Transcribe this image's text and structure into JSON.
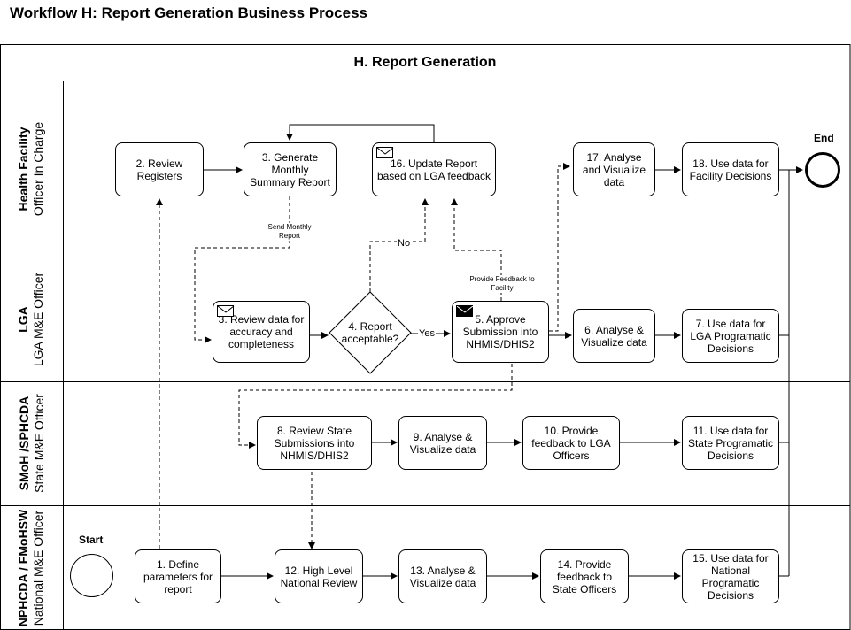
{
  "page_title": "Workflow H: Report Generation Business Process",
  "pool_title": "H. Report Generation",
  "lanes": [
    {
      "line1": "Health Facility",
      "line2": "Officer In Charge"
    },
    {
      "line1": "LGA",
      "line2": "LGA M&E Officer"
    },
    {
      "line1": "SMoH /SPHCDA",
      "line2": "State M&E Officer"
    },
    {
      "line1": "NPHCDA / FMoHSW",
      "line2": "National M&E Officer"
    }
  ],
  "events": {
    "start": "Start",
    "end": "End"
  },
  "steps": {
    "s1": "1. Define parameters for report",
    "s2": "2. Review Registers",
    "s3": "3. Generate Monthly Summary Report",
    "s3b": "3. Review data for accuracy and completeness",
    "s4": "4. Report acceptable?",
    "s5": "5. Approve Submission into NHMIS/DHIS2",
    "s6": "6. Analyse & Visualize data",
    "s7": "7. Use data for LGA Programatic Decisions",
    "s8": "8. Review State Submissions into NHMIS/DHIS2",
    "s9": "9. Analyse & Visualize data",
    "s10": "10. Provide feedback to LGA Officers",
    "s11": "11. Use data for State Programatic Decisions",
    "s12": "12. High Level National Review",
    "s13": "13. Analyse & Visualize data",
    "s14": "14. Provide feedback to State Officers",
    "s15": "15. Use data for National Programatic Decisions",
    "s16": "16. Update Report based on LGA feedback",
    "s17": "17. Analyse and Visualize data",
    "s18": "18. Use data for Facility Decisions"
  },
  "edge_labels": {
    "send_report": "Send Monthly Report",
    "no": "No",
    "yes": "Yes",
    "provide_feedback": "Provide Feedback to Facility"
  },
  "icons": [
    "envelope-icon"
  ]
}
